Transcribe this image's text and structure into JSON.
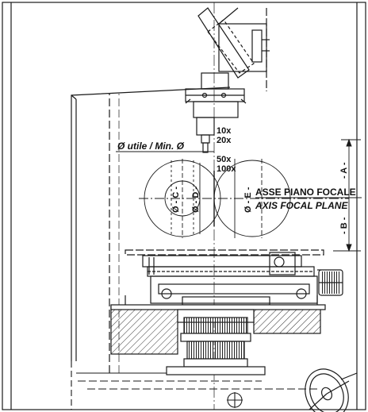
{
  "labels": {
    "diameter_caption": "Ø utile / Min. Ø",
    "mag_10x": "10x",
    "mag_20x": "20x",
    "mag_50x": "50x",
    "mag_100x": "100x",
    "dim_c": "Ø - C -",
    "dim_d": "Ø - D -",
    "dim_e": "Ø - E -",
    "dim_a": "- A -",
    "dim_b": "- B -",
    "focal_axis_it": "ASSE PIANO FOCALE",
    "focal_axis_en": "AXIS FOCAL PLANE"
  },
  "colors": {
    "line": "#1a1a1a",
    "hatch": "#333333"
  }
}
